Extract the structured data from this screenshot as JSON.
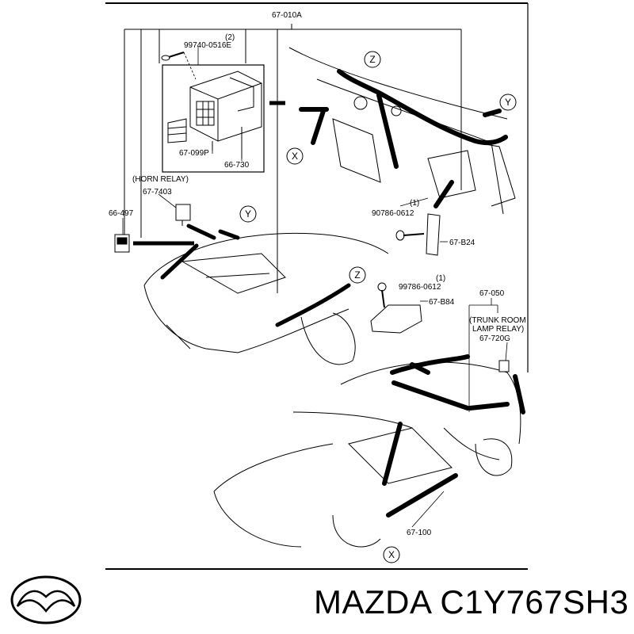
{
  "parts": {
    "main_harness": "67-010A",
    "screw_1": "99740-0516E",
    "screw_1_qty": "(2)",
    "connector_block": "67-099P",
    "fuse_block": "66-730",
    "horn_relay_name": "(HORN RELAY)",
    "horn_relay": "67-7403",
    "connector_left": "66-497",
    "bolt_1": "90786-0612",
    "bolt_1_qty": "(1)",
    "bracket_1": "67-B24",
    "bolt_2": "99786-0612",
    "bolt_2_qty": "(1)",
    "bracket_2": "67-B84",
    "rear_harness": "67-050",
    "trunk_relay_name_1": "(TRUNK ROOM",
    "trunk_relay_name_2": "LAMP RELAY)",
    "trunk_relay": "67-720G",
    "floor_harness": "67-100"
  },
  "markers": {
    "x": "X",
    "y": "Y",
    "z": "Z"
  },
  "footer": {
    "brand": "MAZDA",
    "part_number": "C1Y767SH3"
  }
}
